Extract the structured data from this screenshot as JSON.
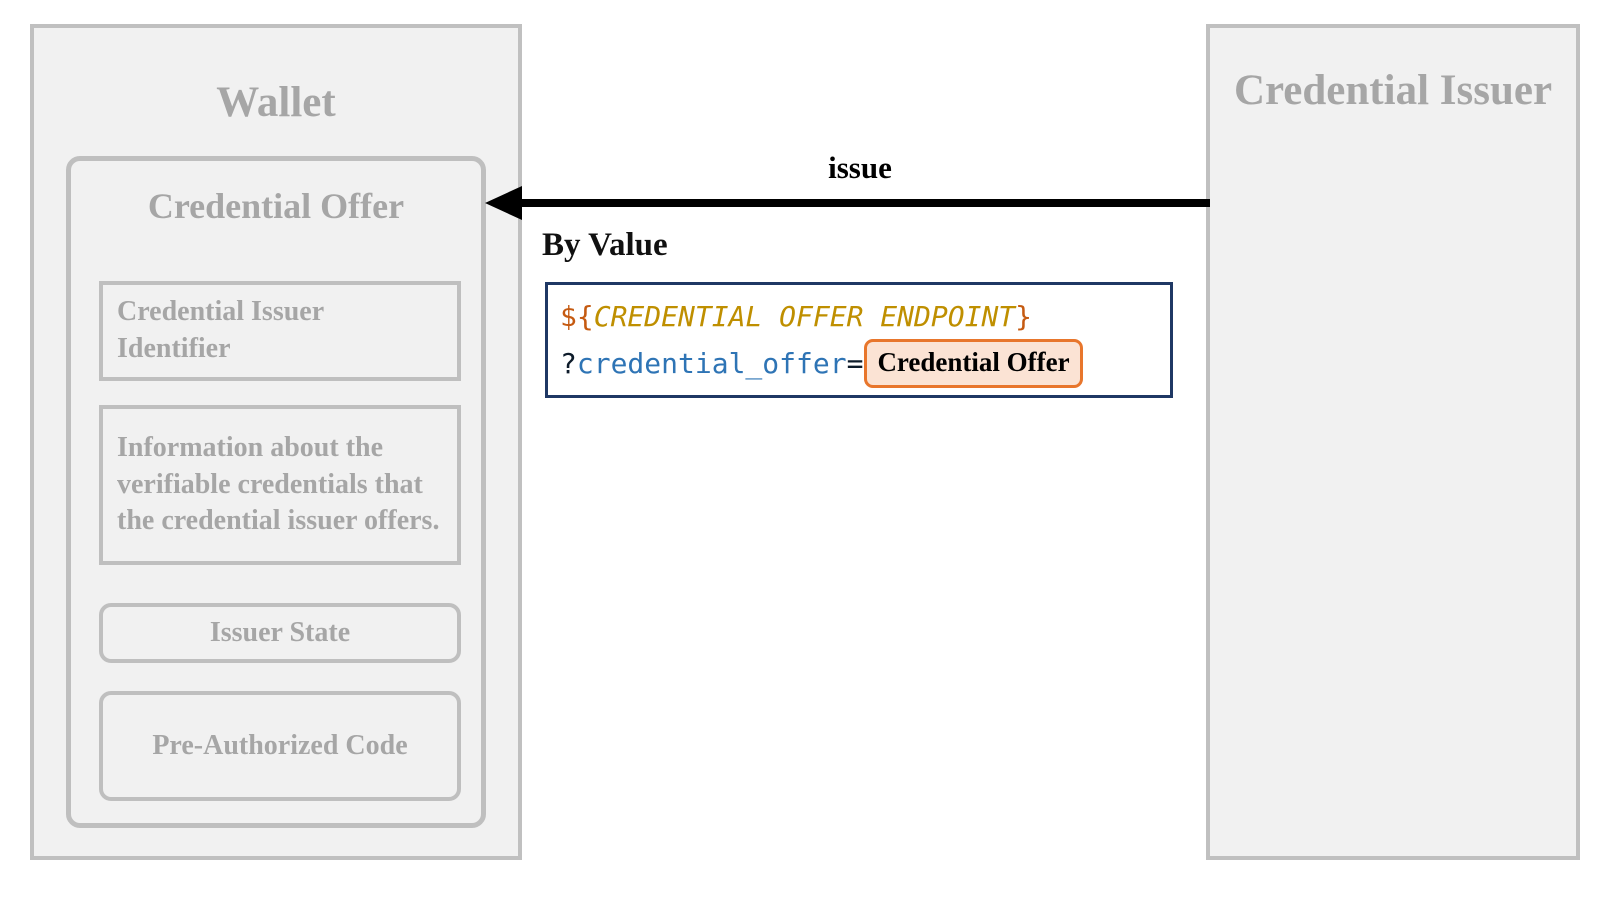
{
  "wallet": {
    "title": "Wallet",
    "credential_offer": {
      "title": "Credential Offer",
      "fields": [
        {
          "label": "Credential Issuer Identifier",
          "shape": "square",
          "align": "left"
        },
        {
          "label": "Information about the verifiable credentials that the credential issuer offers.",
          "shape": "square",
          "align": "left"
        },
        {
          "label": "Issuer State",
          "shape": "rounded",
          "align": "center"
        },
        {
          "label": "Pre-Authorized Code",
          "shape": "rounded",
          "align": "center"
        }
      ]
    }
  },
  "issuer": {
    "title": "Credential Issuer"
  },
  "arrow": {
    "label": "issue",
    "direction": "left",
    "color": "#000000"
  },
  "code_block": {
    "heading": "By Value",
    "line1": {
      "dollar_brace_open": "${",
      "variable": "CREDENTIAL OFFER ENDPOINT",
      "brace_close": "}"
    },
    "line2": {
      "question_mark": "?",
      "param": "credential_offer",
      "equals": "=",
      "chip_label": "Credential Offer"
    }
  },
  "colors": {
    "panel_fill": "#f1f1f1",
    "panel_border": "#c0c0c0",
    "muted_text": "#a6a6a6",
    "code_border": "#1f3864",
    "orange_accent": "#e8762c",
    "orange_fill": "#fbe3d4",
    "variable_gold": "#bf8f00",
    "param_blue": "#2e74b5",
    "brace_orange": "#c55a11"
  }
}
